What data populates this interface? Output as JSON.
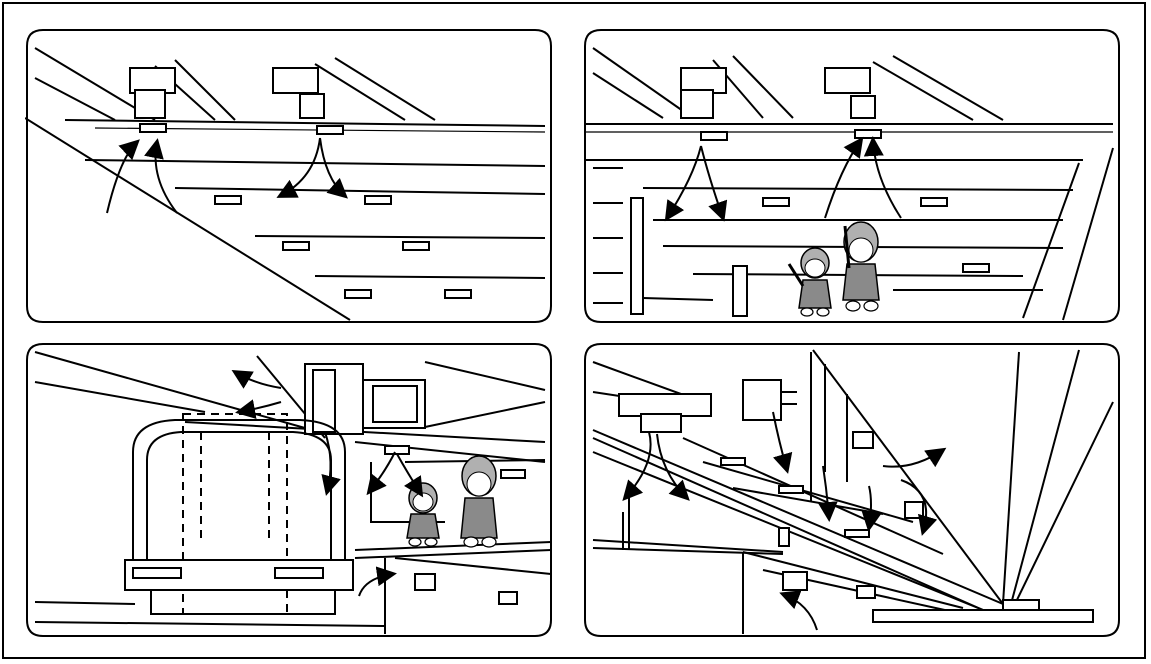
{
  "figure": {
    "panels": [
      {
        "id": "upper-left",
        "scene": "ceiling-duct-diffusers"
      },
      {
        "id": "upper-right",
        "scene": "platform-ceiling-with-figures"
      },
      {
        "id": "lower-left",
        "scene": "train-at-platform"
      },
      {
        "id": "lower-right",
        "scene": "platform-perspective"
      }
    ],
    "colors": {
      "line": "#000000",
      "background": "#ffffff",
      "figure_fill": "#b0b0b0"
    }
  }
}
